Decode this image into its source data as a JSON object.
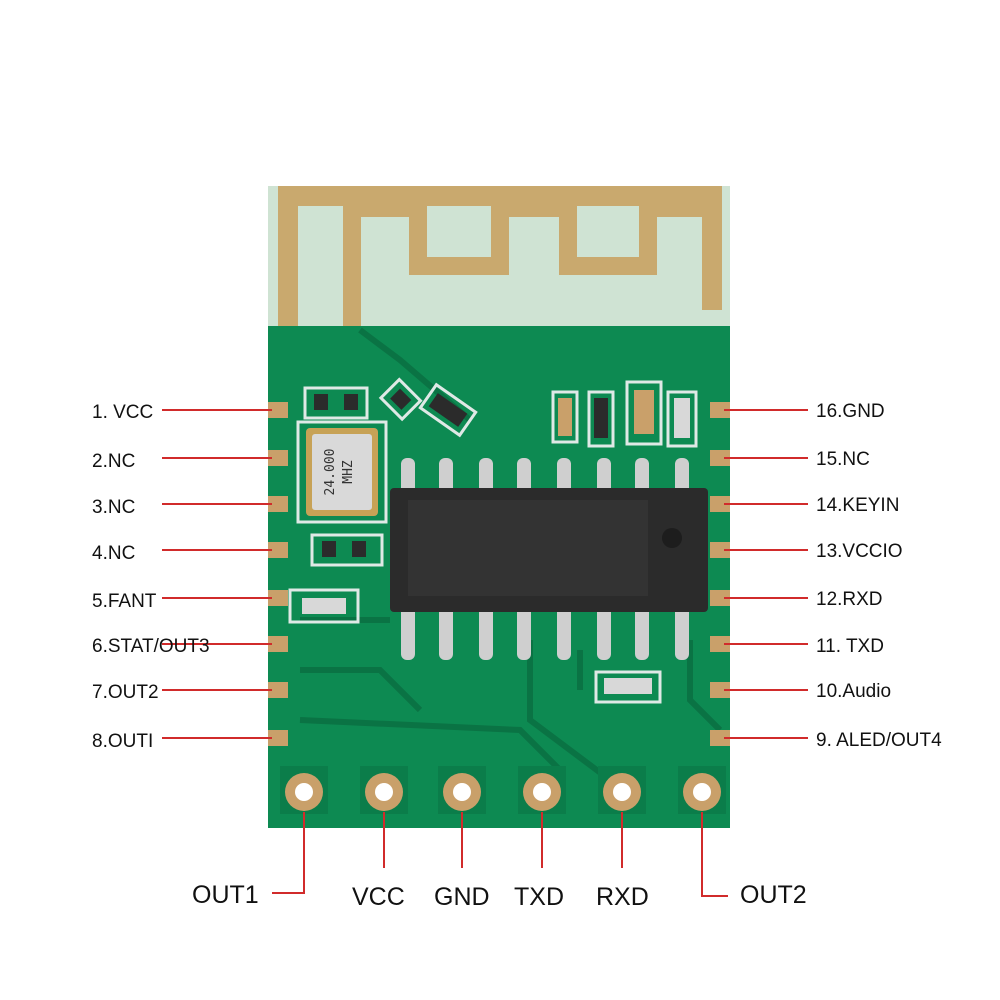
{
  "crystal": {
    "line1": "24.000",
    "line2": "MHZ"
  },
  "left_pins": [
    {
      "label": "1. VCC"
    },
    {
      "label": "2.NC"
    },
    {
      "label": "3.NC"
    },
    {
      "label": "4.NC"
    },
    {
      "label": "5.FANT"
    },
    {
      "label": "6.STAT/OUT3"
    },
    {
      "label": "7.OUT2"
    },
    {
      "label": "8.OUTI"
    }
  ],
  "right_pins": [
    {
      "label": "16.GND"
    },
    {
      "label": "15.NC"
    },
    {
      "label": "14.KEYIN"
    },
    {
      "label": "13.VCCIO"
    },
    {
      "label": "12.RXD"
    },
    {
      "label": "11. TXD"
    },
    {
      "label": "10.Audio"
    },
    {
      "label": "9.  ALED/OUT4"
    }
  ],
  "bottom_pins": [
    {
      "label": "OUT1"
    },
    {
      "label": "VCC"
    },
    {
      "label": "GND"
    },
    {
      "label": "TXD"
    },
    {
      "label": "RXD"
    },
    {
      "label": "OUT2"
    }
  ],
  "colors": {
    "board": "#0d8a52",
    "board_dark": "#0a7344",
    "antenna": "#c9a96e",
    "antenna_bg": "#cfe3d3",
    "pad": "#c9a06a",
    "silkscreen": "#dfe9e6",
    "chip": "#2b2b2b",
    "leader_line": "#d12b2b"
  }
}
